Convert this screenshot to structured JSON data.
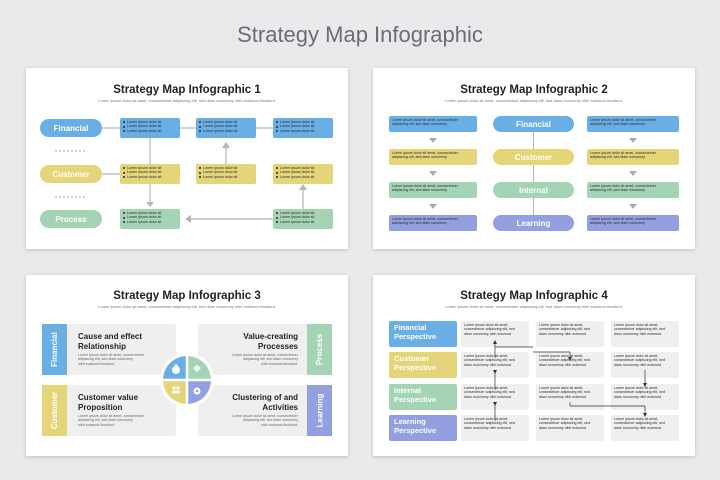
{
  "page": {
    "title": "Strategy Map Infographic"
  },
  "colors": {
    "blue": "#6aaee6",
    "yellow": "#e3d578",
    "green": "#a4d4b4",
    "purple": "#929fe0",
    "gray": "#efefef"
  },
  "lorem": {
    "l1": "Lorem ipsum dolor sit amet,",
    "l2": "consectetuer adipiscing elit,",
    "l3": "sed diam nonummy nibh",
    "short": "Lorem ipsum dolor sit",
    "s1": "Lorem ipsum dolor sit amet, consectetuer",
    "s2": "adipiscing elit, sed diam nonummy",
    "s3": "nibh euismod tincidunt.",
    "p1": "Lorem ipsum dolor sit amet, consectetuer adipiscing",
    "p2": "elit, sed diam nonummy nibh euismod tincidunt.",
    "g1": "Lorem ipsum dolor sit amet,",
    "g2": "consectetuer adipiscing elit, sed",
    "g3": "diam nonummy nibh euismod"
  },
  "slides": [
    {
      "title": "Strategy Map Infographic 1",
      "subtitle": "Lorem ipsum dolor sit amet, consectetuer adipiscing elit, sed diam nonummy nibh euismod tincidunt.",
      "rows": [
        "Financial",
        "Customer",
        "Process"
      ]
    },
    {
      "title": "Strategy Map Infographic 2",
      "subtitle": "Lorem ipsum dolor sit amet, consectetuer adipiscing elit, sed diam nonummy nibh euismod tincidunt.",
      "pills": [
        "Financial",
        "Customer",
        "Internal",
        "Learning"
      ]
    },
    {
      "title": "Strategy Map Infographic 3",
      "subtitle": "Lorem ipsum dolor sit amet, consectetuer adipiscing elit, sed diam nonummy nibh euismod tincidunt.",
      "tabs": [
        "Financial",
        "Customer",
        "Process",
        "Learning"
      ],
      "headings": [
        "Cause and effect Relationship",
        "Customer value Proposition",
        "Value-creating Processes",
        "Clustering of and Activities"
      ],
      "icons": [
        "money-bag-icon",
        "handshake-icon",
        "people-icon",
        "gears-icon"
      ]
    },
    {
      "title": "Strategy Map Infographic 4",
      "subtitle": "Lorem ipsum dolor sit amet, consectetuer adipiscing elit, sed diam nonummy nibh euismod tincidunt.",
      "perspectives": [
        "Financial Perspective",
        "Customer Perspective",
        "Internal Perspective",
        "Learning Perspective"
      ]
    }
  ]
}
